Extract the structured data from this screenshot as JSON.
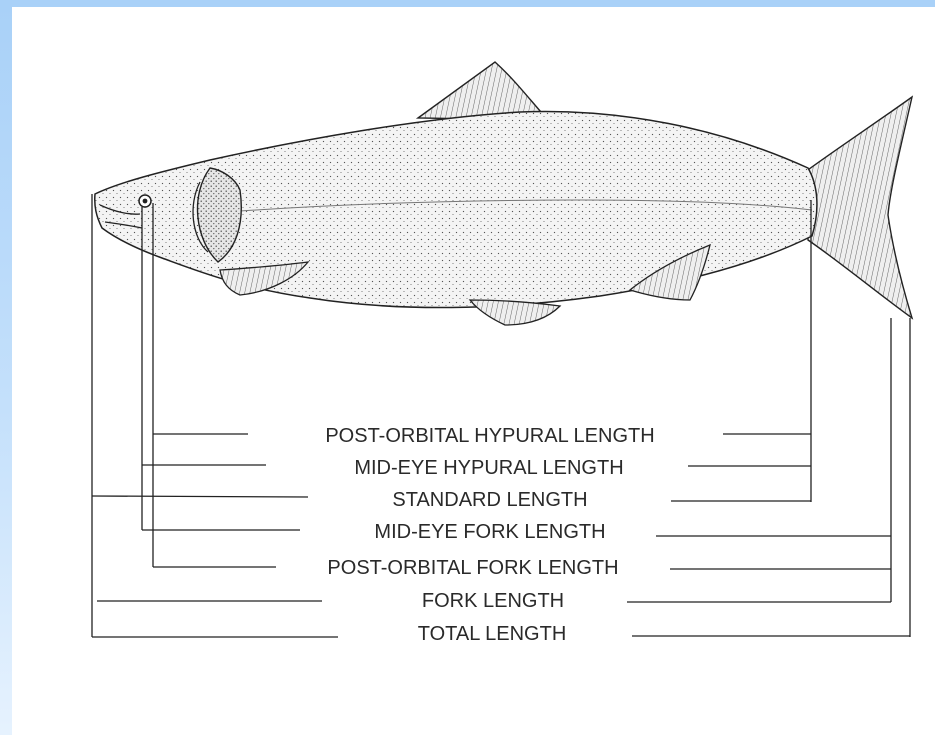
{
  "diagram": {
    "subject": "fish-illustration",
    "colors": {
      "frame_accent": "#a9d1f8",
      "ink": "#2a2a2a",
      "fish_fill": "#f2f2f2"
    },
    "measurements": [
      {
        "id": "post-orbital-hypural",
        "label": "POST-ORBITAL HYPURAL LENGTH"
      },
      {
        "id": "mid-eye-hypural",
        "label": "MID-EYE HYPURAL LENGTH"
      },
      {
        "id": "standard",
        "label": "STANDARD LENGTH"
      },
      {
        "id": "mid-eye-fork",
        "label": "MID-EYE FORK LENGTH"
      },
      {
        "id": "post-orbital-fork",
        "label": "POST-ORBITAL FORK LENGTH"
      },
      {
        "id": "fork",
        "label": "FORK LENGTH"
      },
      {
        "id": "total",
        "label": "TOTAL LENGTH"
      }
    ]
  }
}
